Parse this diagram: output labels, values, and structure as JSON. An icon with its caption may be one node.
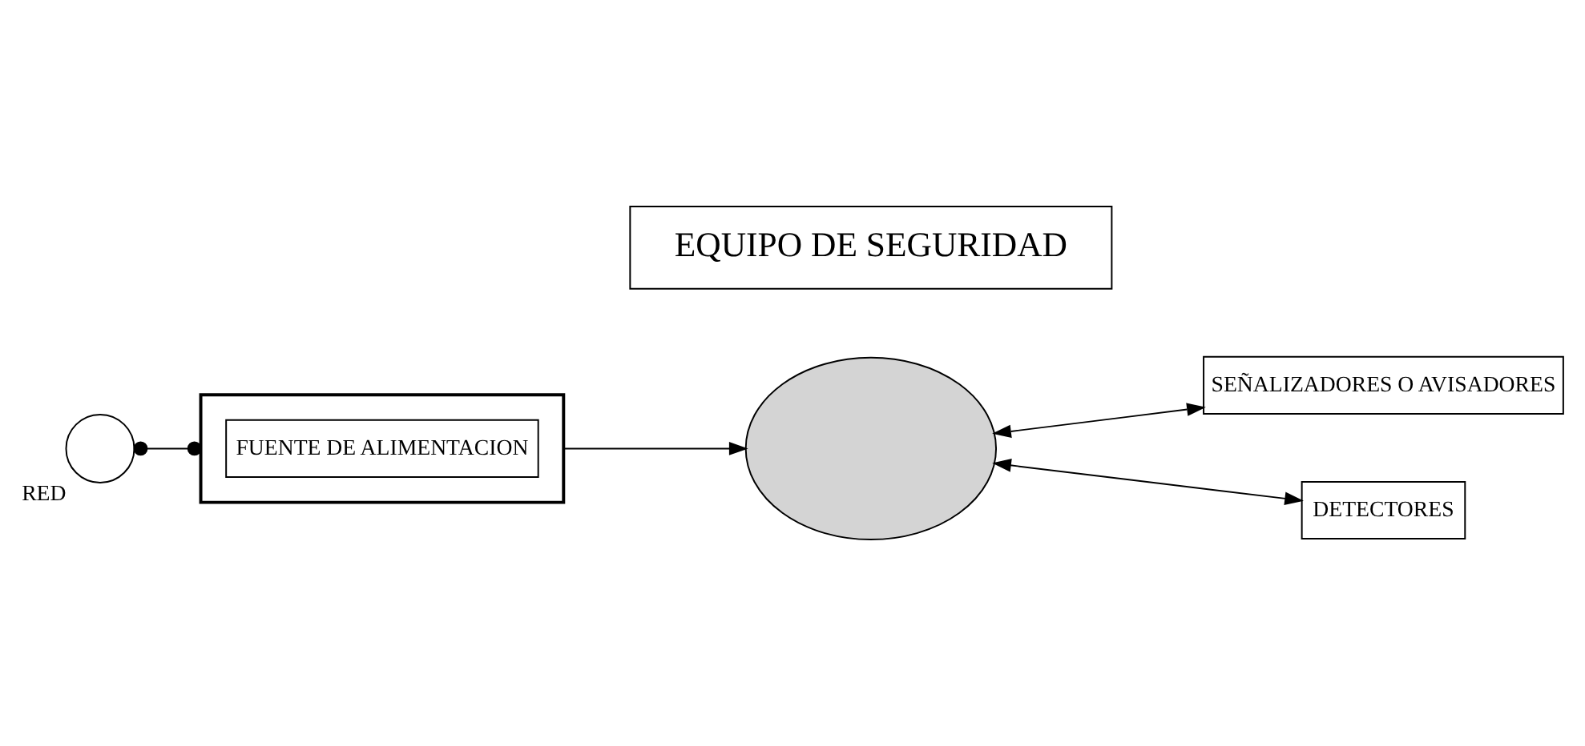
{
  "diagram": {
    "nodes": [
      {
        "text": [],
        "shape": "circle",
        "beside": [
          "RED"
        ]
      },
      {
        "text": [],
        "shape": "box"
      },
      {
        "text": [
          "FUENTE DE ALIMENTACION"
        ],
        "in": 1
      },
      {
        "text": [],
        "shape": "ellipse"
      },
      {
        "text": [
          "EQUIPO DE SEGURIDAD"
        ]
      },
      {
        "text": [
          "SEÑALIZADORES O AVISADORES"
        ]
      },
      {
        "text": [
          "DETECTORES"
        ]
      }
    ],
    "edges": [
      {
        "from": 0,
        "to": 1,
        "arrow": "other"
      },
      {
        "from": 1,
        "to": 3,
        "arrow": "to"
      },
      {
        "from": 3,
        "to": 5,
        "arrow": "both"
      },
      {
        "from": 3,
        "to": 6,
        "arrow": "both"
      }
    ]
  }
}
